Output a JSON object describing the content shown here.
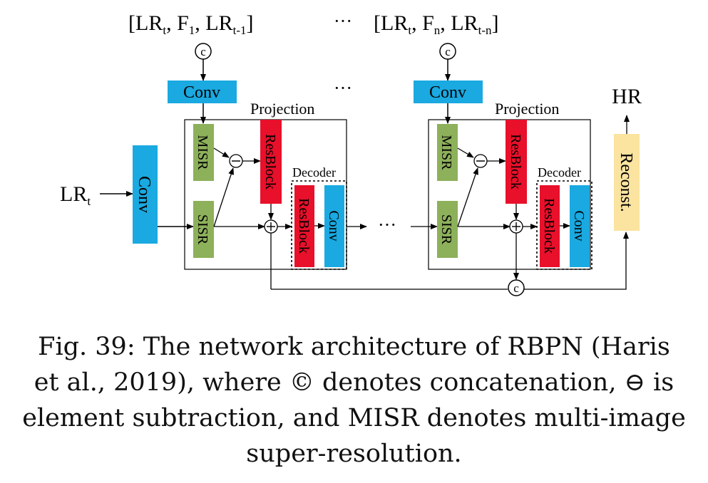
{
  "inputs": {
    "group_1": {
      "lr": "LR",
      "lr_sub": "t",
      "f": "F",
      "f_sub": "1",
      "lr2": "LR",
      "lr2_sub": "t-1"
    },
    "group_n": {
      "lr": "LR",
      "lr_sub": "t",
      "f": "F",
      "f_sub": "n",
      "lr2": "LR",
      "lr2_sub": "t-n"
    },
    "ellipsis": "···"
  },
  "labels": {
    "concat_symbol": "c",
    "subtract_symbol": "−",
    "conv": "Conv",
    "projection": "Projection",
    "misr": "MISR",
    "sisr": "SISR",
    "resblock": "ResBlock",
    "decoder": "Decoder",
    "reconst": "Reconst.",
    "hr": "HR",
    "lr_input": "LR",
    "lr_input_sub": "t",
    "ellipsis_mid": "···",
    "ellipsis_flow": "···"
  },
  "colors": {
    "conv": "#1aa9e0",
    "misr_sisr": "#8db05a",
    "resblock": "#e8102a",
    "reconst": "#fbe3a0"
  },
  "caption": {
    "line1": "Fig. 39: The network architecture of RBPN (Haris",
    "line2": "et al., 2019), where © denotes concatenation, ⊖ is",
    "line3": "element subtraction, and MISR denotes multi-image",
    "line4": "super-resolution."
  }
}
